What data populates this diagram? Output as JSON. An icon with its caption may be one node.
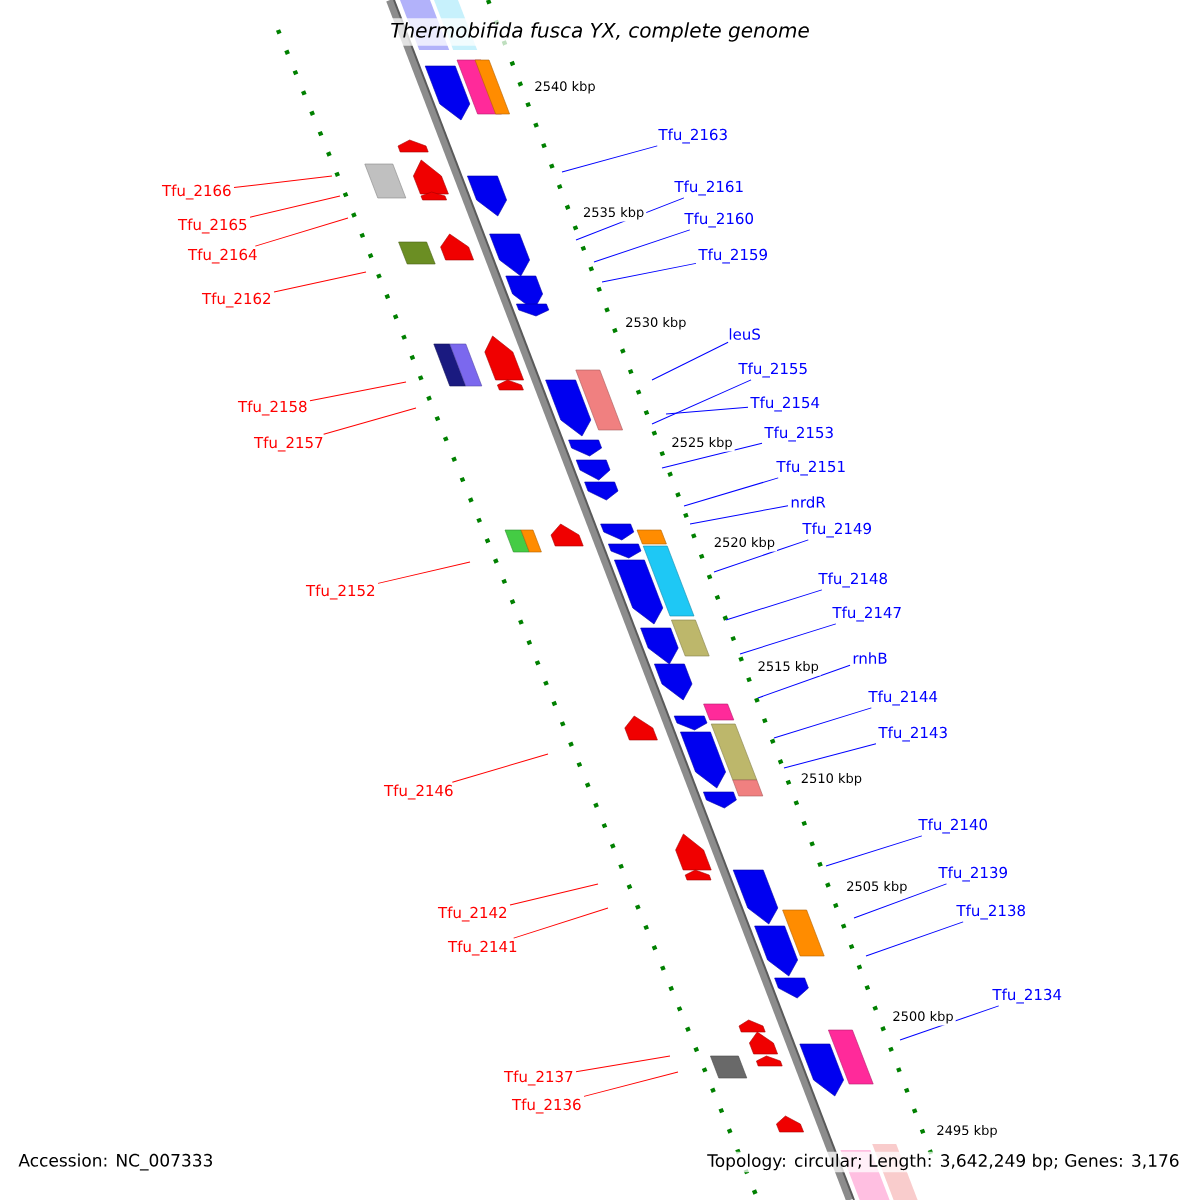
{
  "diagram": {
    "title": "Thermobifida fusca YX, complete genome",
    "nodes": [
      {
        "text": [
          "Tfu_2163"
        ]
      },
      {
        "text": [
          "Tfu_2166"
        ]
      },
      {
        "text": [
          "Tfu_2161"
        ]
      },
      {
        "text": [
          "Tfu_2160"
        ]
      },
      {
        "text": [
          "Tfu_2165"
        ]
      },
      {
        "text": [
          "Tfu_2159"
        ]
      },
      {
        "text": [
          "Tfu_2164"
        ]
      },
      {
        "text": [
          "Tfu_2162"
        ]
      },
      {
        "text": [
          "leuS"
        ]
      },
      {
        "text": [
          "Tfu_2155"
        ]
      },
      {
        "text": [
          "Tfu_2154"
        ]
      },
      {
        "text": [
          "Tfu_2158"
        ]
      },
      {
        "text": [
          "Tfu_2153"
        ]
      },
      {
        "text": [
          "Tfu_2157"
        ]
      },
      {
        "text": [
          "Tfu_2151"
        ]
      },
      {
        "text": [
          "nrdR"
        ]
      },
      {
        "text": [
          "Tfu_2149"
        ]
      },
      {
        "text": [
          "Tfu_2148"
        ]
      },
      {
        "text": [
          "Tfu_2152"
        ]
      },
      {
        "text": [
          "Tfu_2147"
        ]
      },
      {
        "text": [
          "rnhB"
        ]
      },
      {
        "text": [
          "Tfu_2144"
        ]
      },
      {
        "text": [
          "Tfu_2143"
        ]
      },
      {
        "text": [
          "Tfu_2146"
        ]
      },
      {
        "text": [
          "Tfu_2140"
        ]
      },
      {
        "text": [
          "Tfu_2139"
        ]
      },
      {
        "text": [
          "Tfu_2142"
        ]
      },
      {
        "text": [
          "Tfu_2138"
        ]
      },
      {
        "text": [
          "Tfu_2141"
        ]
      },
      {
        "text": [
          "Tfu_2134"
        ]
      },
      {
        "text": [
          "Tfu_2137"
        ]
      },
      {
        "text": [
          "Tfu_2136"
        ]
      }
    ],
    "edges": [
      {
        "from": 0,
        "to": null,
        "arrow": "none"
      },
      {
        "from": 1,
        "to": null,
        "arrow": "none",
        "color": "#ff0000"
      },
      {
        "from": 2,
        "to": null,
        "arrow": "none"
      },
      {
        "from": 3,
        "to": null,
        "arrow": "none"
      },
      {
        "from": 4,
        "to": null,
        "arrow": "none",
        "color": "#ff0000"
      },
      {
        "from": 5,
        "to": null,
        "arrow": "none"
      },
      {
        "from": 6,
        "to": null,
        "arrow": "none",
        "color": "#ff0000"
      },
      {
        "from": 7,
        "to": null,
        "arrow": "none",
        "color": "#ff0000"
      },
      {
        "from": 8,
        "to": null,
        "arrow": "none"
      },
      {
        "from": 9,
        "to": null,
        "arrow": "none"
      },
      {
        "from": 10,
        "to": null,
        "arrow": "none"
      },
      {
        "from": 11,
        "to": null,
        "arrow": "none",
        "color": "#ff0000"
      },
      {
        "from": 12,
        "to": null,
        "arrow": "none"
      },
      {
        "from": 13,
        "to": null,
        "arrow": "none",
        "color": "#ff0000"
      },
      {
        "from": 14,
        "to": null,
        "arrow": "none"
      },
      {
        "from": 15,
        "to": null,
        "arrow": "none"
      },
      {
        "from": 16,
        "to": null,
        "arrow": "none"
      },
      {
        "from": 17,
        "to": null,
        "arrow": "none"
      },
      {
        "from": 18,
        "to": null,
        "arrow": "none",
        "color": "#ff0000"
      },
      {
        "from": 19,
        "to": null,
        "arrow": "none"
      },
      {
        "from": 20,
        "to": null,
        "arrow": "none"
      },
      {
        "from": 21,
        "to": null,
        "arrow": "none"
      },
      {
        "from": 22,
        "to": null,
        "arrow": "none"
      },
      {
        "from": 23,
        "to": null,
        "arrow": "none",
        "color": "#ff0000"
      },
      {
        "from": 24,
        "to": null,
        "arrow": "none"
      },
      {
        "from": 25,
        "to": null,
        "arrow": "none"
      },
      {
        "from": 26,
        "to": null,
        "arrow": "none",
        "color": "#ff0000"
      },
      {
        "from": 27,
        "to": null,
        "arrow": "none"
      },
      {
        "from": 28,
        "to": null,
        "arrow": "none",
        "color": "#ff0000"
      },
      {
        "from": 29,
        "to": null,
        "arrow": "none"
      },
      {
        "from": 30,
        "to": null,
        "arrow": "none",
        "color": "#ff0000"
      },
      {
        "from": 31,
        "to": null,
        "arrow": "none",
        "color": "#ff0000"
      }
    ],
    "labels": [
      "2540 kbp",
      "2535 kbp",
      "2530 kbp",
      "2525 kbp",
      "2520 kbp",
      "2515 kbp",
      "2510 kbp",
      "2505 kbp",
      "2500 kbp",
      "2495 kbp",
      "Accession: NC_007333",
      "Topology: circular; Length: 3,642,249 bp; Genes: 3,176"
    ]
  }
}
